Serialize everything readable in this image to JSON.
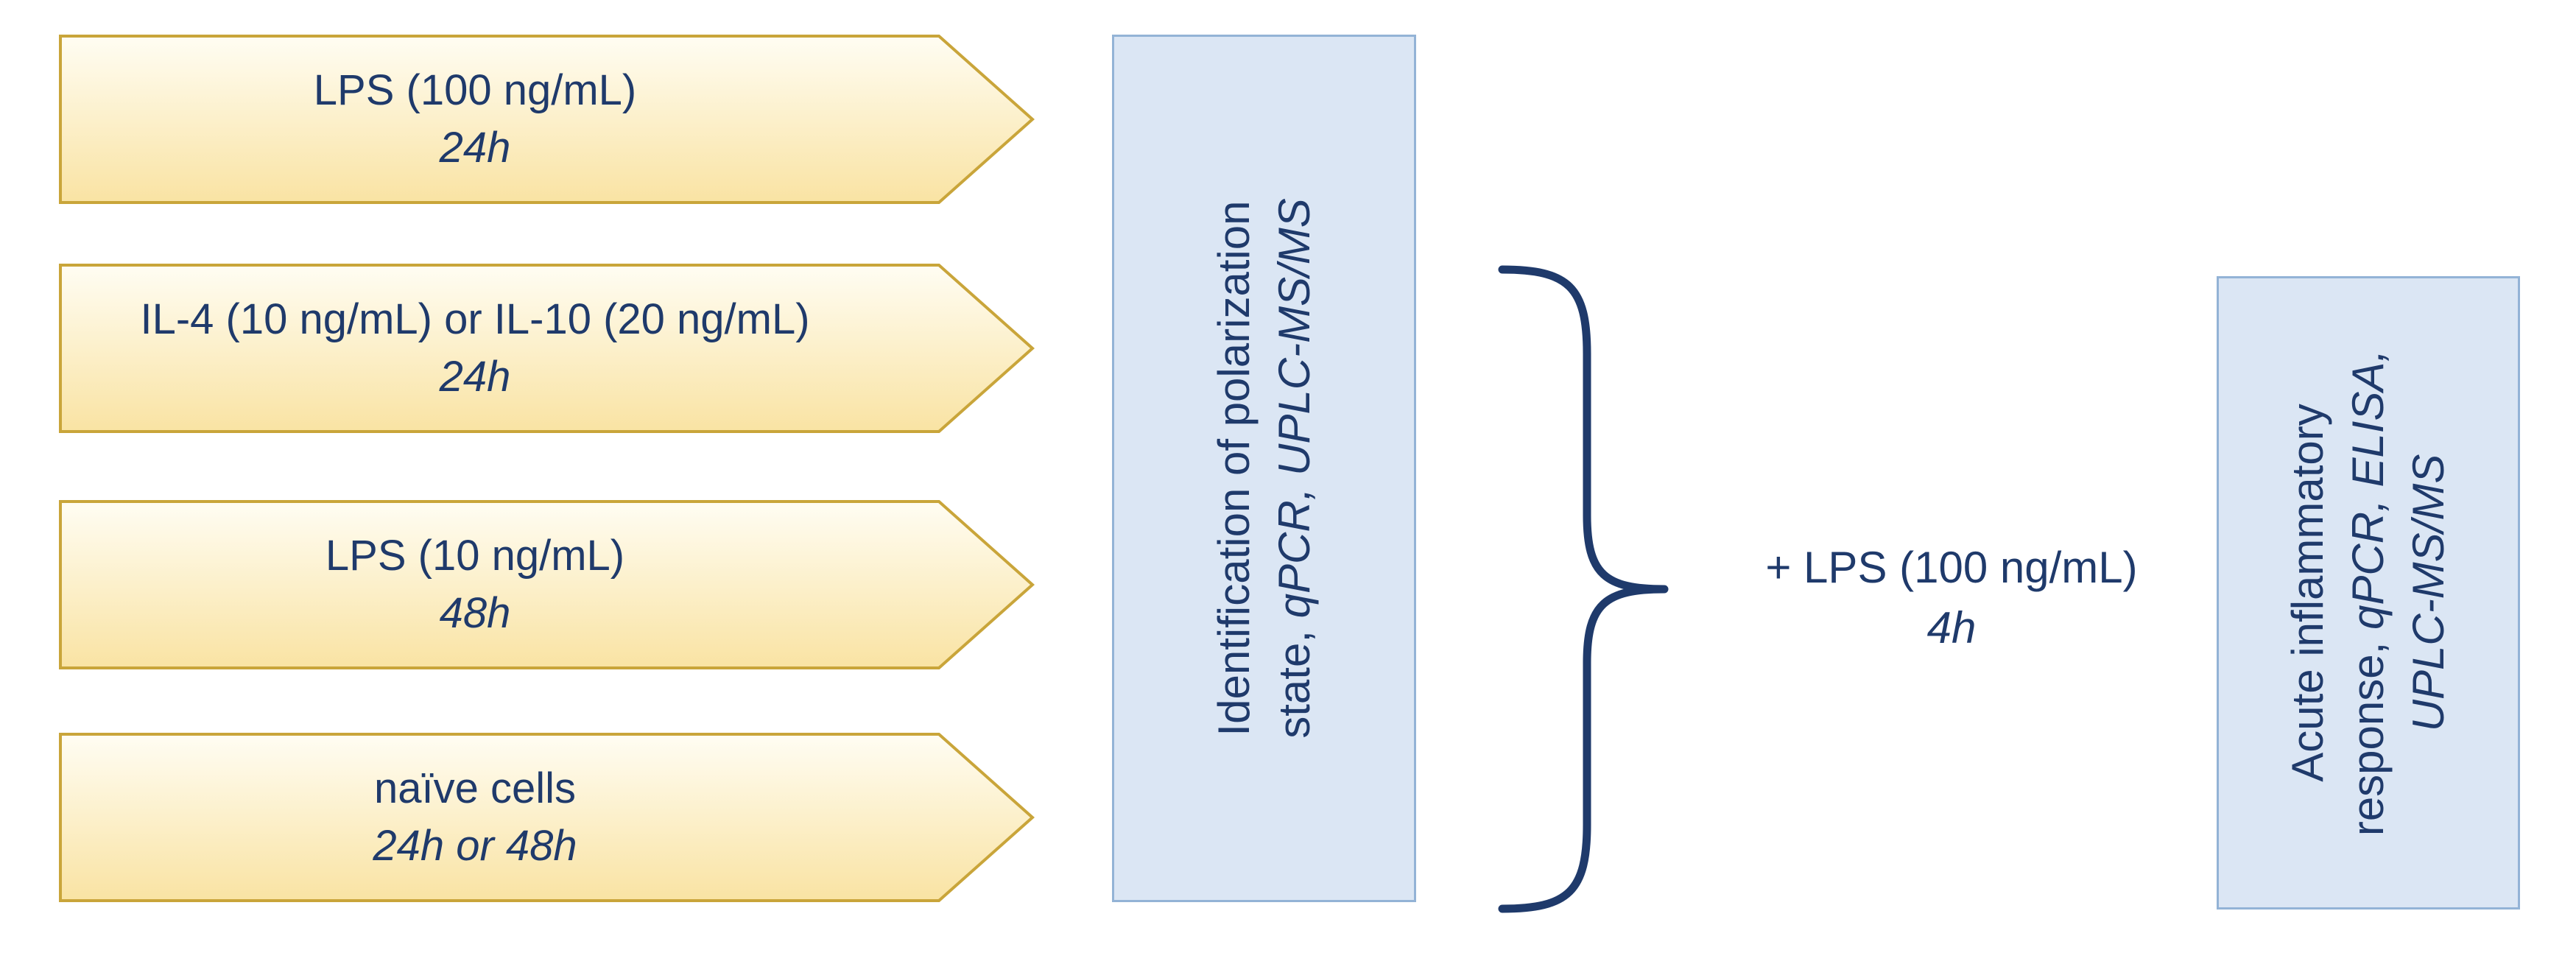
{
  "colors": {
    "arrow_fill_top": "#fffdf3",
    "arrow_fill_bottom": "#f9e3a3",
    "arrow_stroke": "#c9a53a",
    "box_fill": "#dbe6f4",
    "box_stroke": "#93b3d6",
    "text": "#1f3a6b",
    "brace": "#1f3a6b"
  },
  "conditions": [
    {
      "line1": "LPS (100 ng/mL)",
      "line2": "24h"
    },
    {
      "line1": "IL-4 (10 ng/mL) or IL-10 (20 ng/mL)",
      "line2": "24h"
    },
    {
      "line1": "LPS (10 ng/mL)",
      "line2": "48h"
    },
    {
      "line1": "naïve cells",
      "line2": "24h or 48h"
    }
  ],
  "polarization_box": {
    "line1": "Identification of polarization",
    "line2_plain": "state, ",
    "line2_italic": "qPCR, UPLC-MS/MS"
  },
  "treatment": {
    "line1": "+ LPS (100 ng/mL)",
    "line2": "4h"
  },
  "response_box": {
    "line1": "Acute inflammatory",
    "line2_plain": "response, ",
    "line2_italic": "qPCR, ELISA,",
    "line3_italic": "UPLC-MS/MS"
  }
}
